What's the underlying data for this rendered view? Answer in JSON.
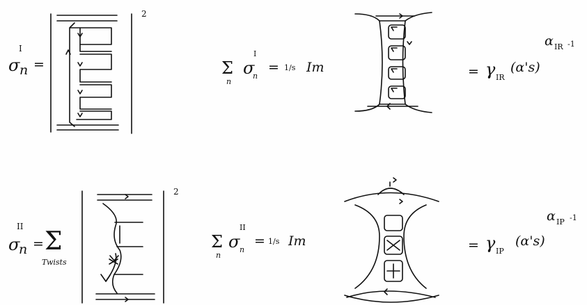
{
  "row1": {
    "lhs": {
      "sigma": "σ",
      "superscript": "I",
      "subscript": "n",
      "equals": "="
    },
    "exponent": "2",
    "sum": {
      "sign": "Σ",
      "index": "n",
      "sigma": "σ",
      "superscript": "I",
      "subscript": "n",
      "equals": "=",
      "fraction": "1/s",
      "im": "Im"
    },
    "rhs": {
      "equals": "=",
      "gamma": "γ",
      "gamma_subscript": "IR",
      "argument": "(α's)",
      "exponent": "α",
      "exponent_subscript": "IR",
      "exponent_suffix": "-1"
    }
  },
  "row2": {
    "lhs": {
      "sigma": "σ",
      "superscript": "II",
      "subscript": "n",
      "equals": "=",
      "sum_sign": "Σ",
      "sum_index": "Twists"
    },
    "exponent": "2",
    "sum": {
      "sign": "Σ",
      "index": "n",
      "sigma": "σ",
      "superscript": "II",
      "subscript": "n",
      "equals": "=",
      "fraction": "1/s",
      "im": "Im"
    },
    "rhs": {
      "equals": "=",
      "gamma": "γ",
      "gamma_subscript": "IP",
      "argument": "(α's)",
      "exponent": "α",
      "exponent_subscript": "IP",
      "exponent_suffix": "-1"
    }
  }
}
